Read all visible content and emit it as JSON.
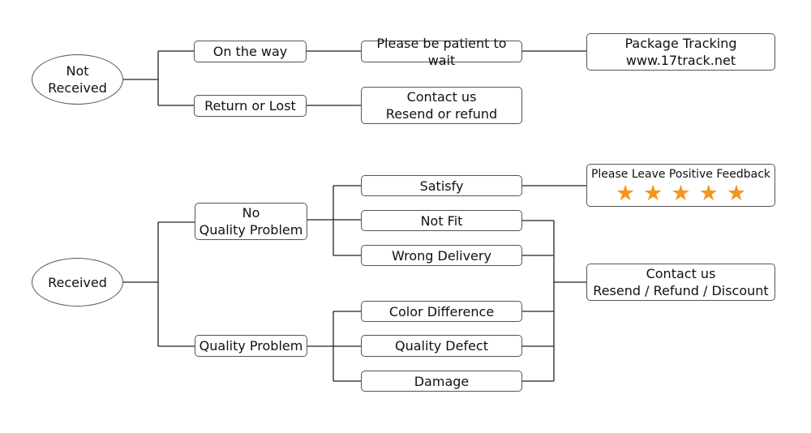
{
  "diagram": {
    "not_received": {
      "root": [
        "Not",
        "Received"
      ],
      "on_the_way": "On the way",
      "be_patient": "Please be patient to wait",
      "tracking": [
        "Package Tracking",
        "www.17track.net"
      ],
      "return_or_lost": "Return or Lost",
      "contact": [
        "Contact us",
        "Resend or refund"
      ]
    },
    "received": {
      "root": "Received",
      "no_quality_problem": [
        "No",
        "Quality Problem"
      ],
      "quality_problem": "Quality Problem",
      "satisfy": "Satisfy",
      "not_fit": "Not Fit",
      "wrong_delivery": "Wrong Delivery",
      "color_difference": "Color Difference",
      "quality_defect": "Quality Defect",
      "damage": "Damage",
      "feedback": "Please Leave Positive Feedback",
      "feedback_stars": 5,
      "contact": [
        "Contact us",
        "Resend / Refund / Discount"
      ]
    },
    "colors": {
      "star": "#f7941d",
      "border": "#555555",
      "line": "#222222"
    }
  }
}
